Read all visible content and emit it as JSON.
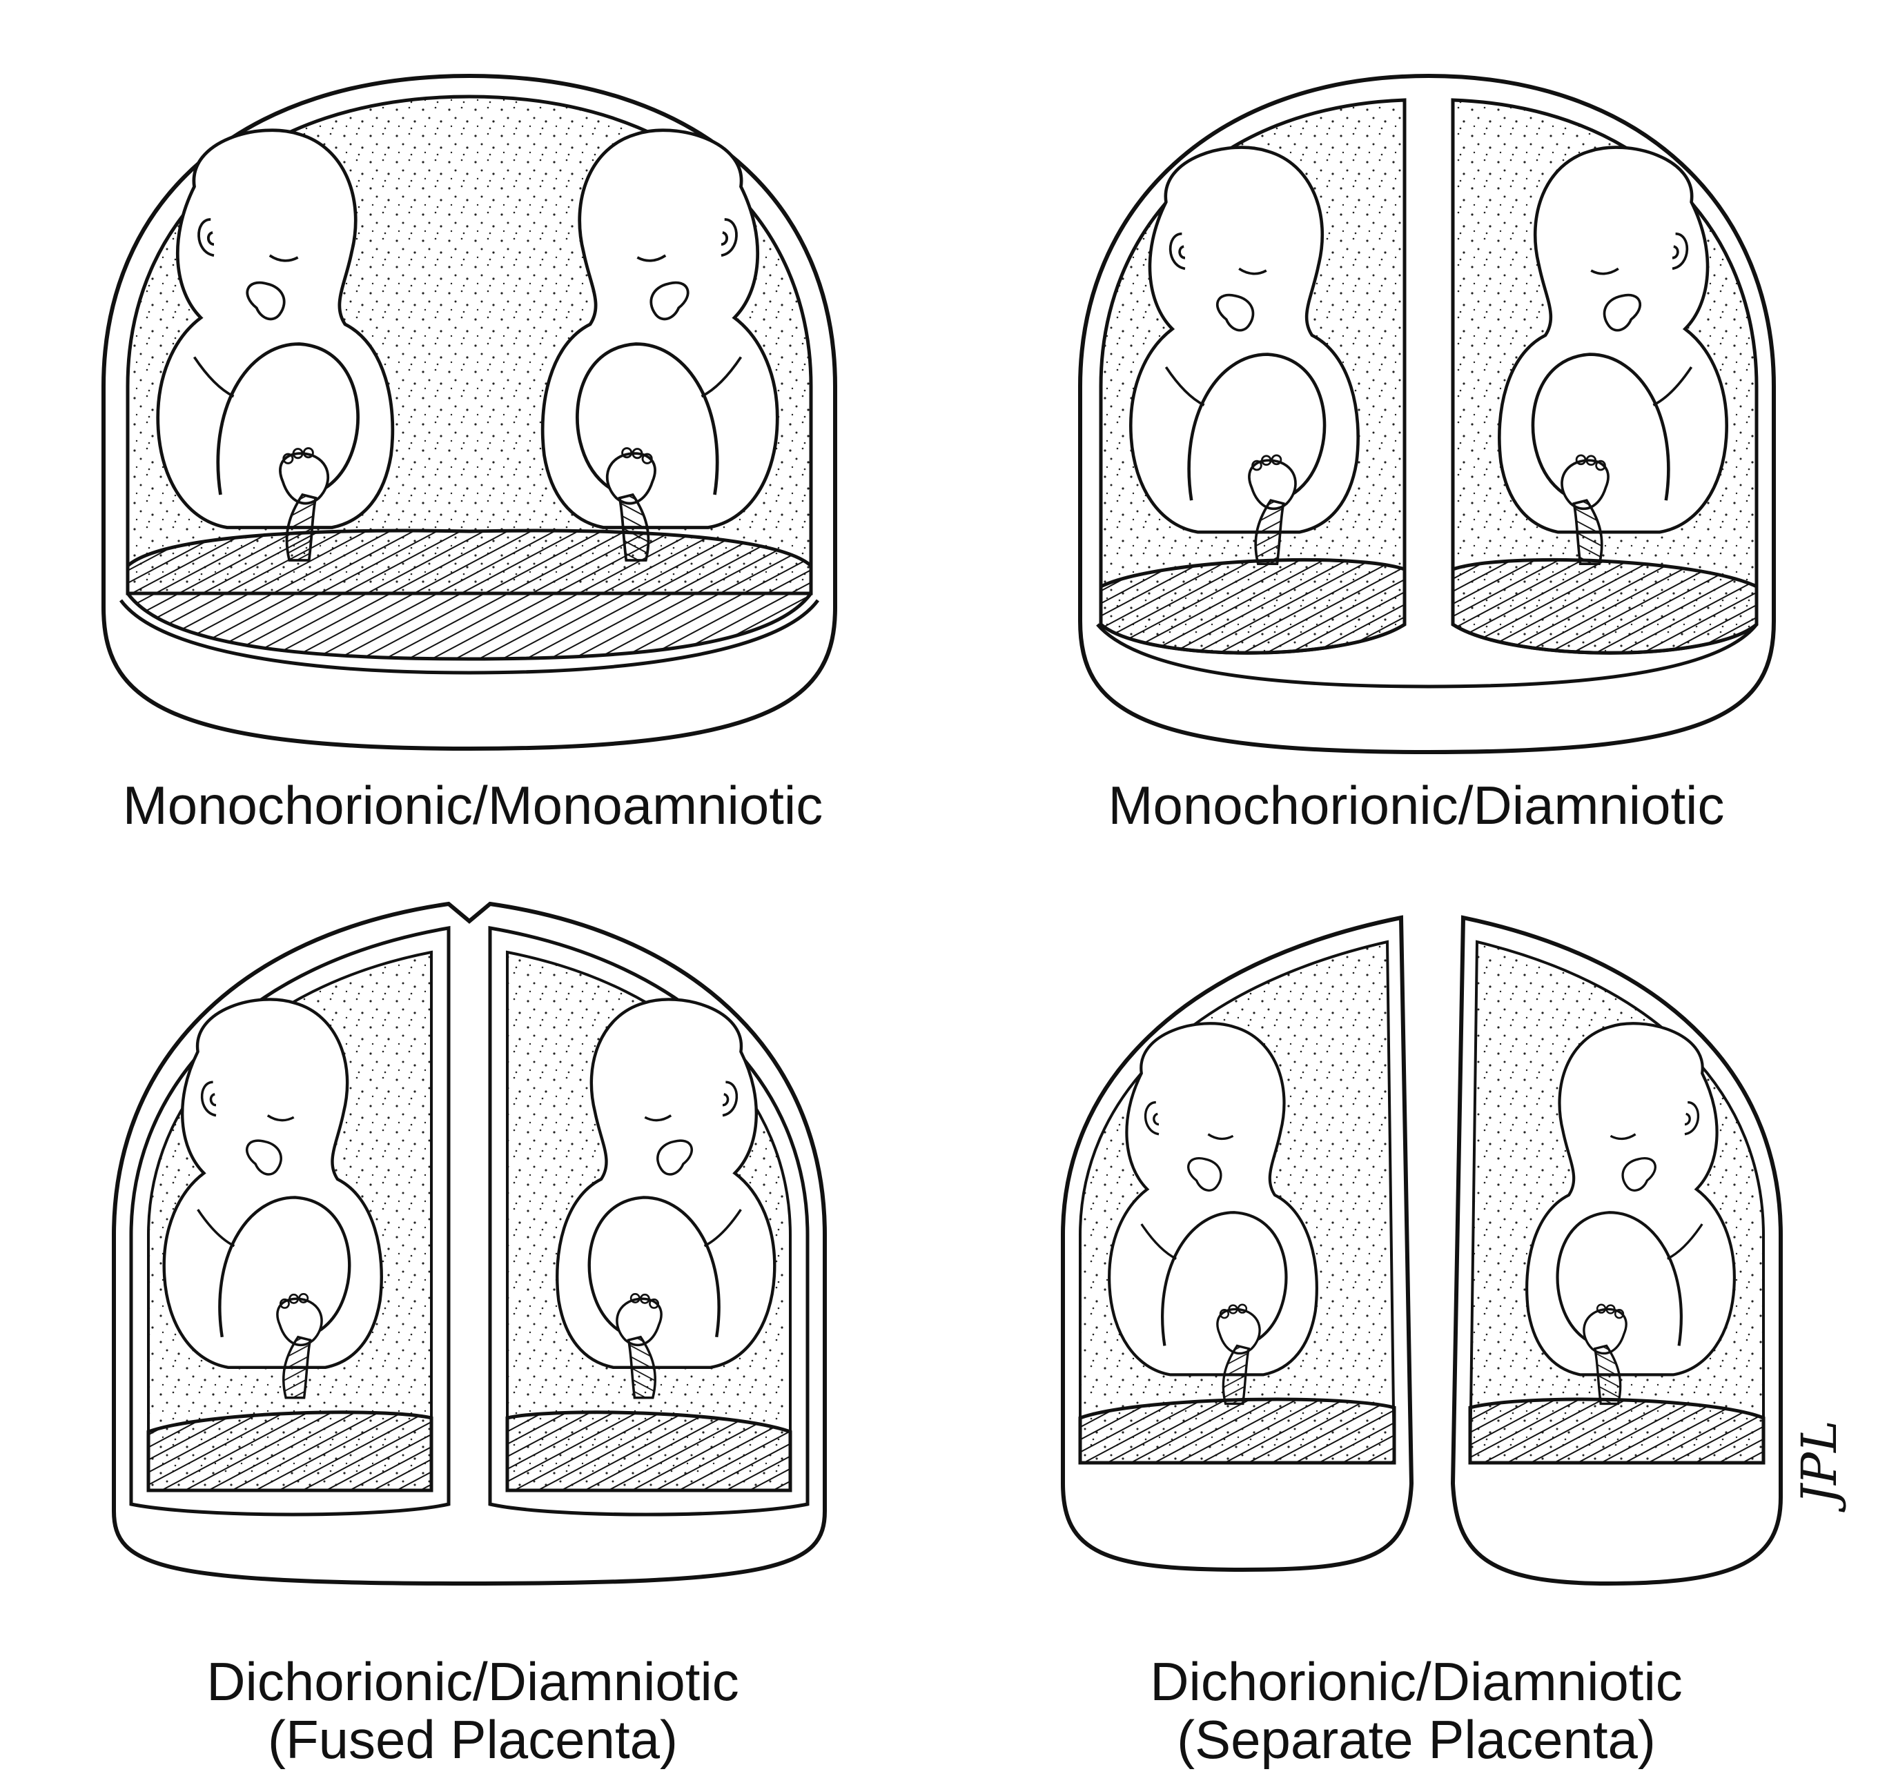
{
  "panels": [
    {
      "id": "mono-mono",
      "caption_lines": [
        "Monochorionic/Monoamniotic"
      ]
    },
    {
      "id": "mono-di",
      "caption_lines": [
        "Monochorionic/Diamniotic"
      ]
    },
    {
      "id": "di-di-fused",
      "caption_lines": [
        "Dichorionic/Diamniotic",
        "(Fused Placenta)"
      ]
    },
    {
      "id": "di-di-separate",
      "caption_lines": [
        "Dichorionic/Diamniotic",
        "(Separate Placenta)"
      ]
    }
  ],
  "artist_signature": "JPL",
  "colors": {
    "ink": "#111111",
    "paper": "#ffffff"
  }
}
